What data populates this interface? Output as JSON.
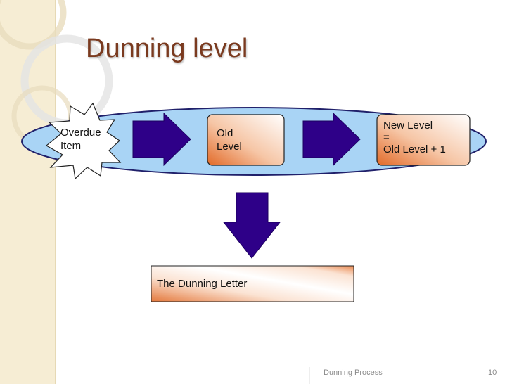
{
  "slide": {
    "title": "Dunning level",
    "footer_text": "Dunning Process",
    "page_number": "10"
  },
  "diagram": {
    "overdue_item": {
      "line1": "Overdue",
      "line2": "Item"
    },
    "old_level": {
      "line1": "Old",
      "line2": "Level"
    },
    "new_level": {
      "line1": "New Level",
      "line2": "=",
      "line3": "Old Level + 1"
    },
    "dunning_letter": "The Dunning Letter"
  },
  "colors": {
    "ellipse_fill": "#a9d4f5",
    "ellipse_stroke": "#20206a",
    "arrow_fill": "#2e0088",
    "box_gradient_orange": "#e8743b",
    "title_color": "#7a3a1f",
    "stripe": "#f6edd4"
  },
  "icons": {
    "overdue_shape": "starburst-icon",
    "flow_arrows": "right-arrow-icon",
    "down_arrow": "down-arrow-icon"
  }
}
